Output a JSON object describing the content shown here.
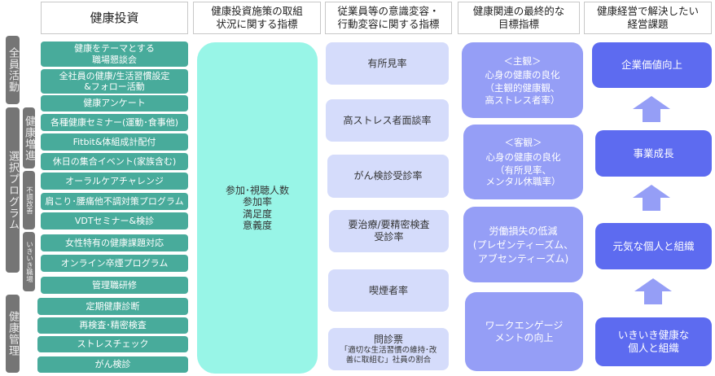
{
  "headers": {
    "investment": "健康投資",
    "initiative_metrics": "健康投資施策の取組\n状況に関する指標",
    "behavior_metrics": "従業員等の意識変容・\n行動変容に関する指標",
    "final_metrics": "健康関連の最終的な\n目標指標",
    "management_issues": "健康経営で解決したい\n経営課題"
  },
  "group_labels": {
    "all_staff": "全員活動",
    "elective_program": "選択プログラム",
    "health_promotion": "健康増進",
    "disorder_improvement": "不調改善",
    "lively_workplace": "いきいき職場",
    "health_management": "健康管理"
  },
  "investment_items": [
    "健康をテーマとする\n職場懇談会",
    "全社員の健康/生活習慣設定\n&フォロー活動",
    "健康アンケート",
    "各種健康セミナー(運動･食事他)",
    "Fitbit&体組成計配付",
    "休日の集合イベント(家族含む)",
    "オーラルケアチャレンジ",
    "肩こり･腰痛他不調対策プログラム",
    "VDTセミナー&検診",
    "女性特有の健康課題対応",
    "オンライン卒煙プログラム",
    "管理職研修",
    "定期健康診断",
    "再検査･精密検査",
    "ストレスチェック",
    "がん検診"
  ],
  "initiative_metrics_box": "参加･視聴人数\n参加率\n満足度\n意義度",
  "behavior_metrics_items": [
    {
      "main": "有所見率"
    },
    {
      "main": "高ストレス者面談率"
    },
    {
      "main": "がん検診受診率"
    },
    {
      "main": "要治療/要精密検査\n受診率"
    },
    {
      "main": "喫煙者率"
    },
    {
      "main": "問診票",
      "sub": "「適切な生活習慣の維持･改\n善に取組む」社員の割合"
    }
  ],
  "final_metrics_items": [
    {
      "tag": "＜主観＞",
      "title": "心身の健康の良化",
      "detail": "（主観的健康観、\n高ストレス者率）"
    },
    {
      "tag": "＜客観＞",
      "title": "心身の健康の良化",
      "detail": "（有所見率、\nメンタル休職率）"
    },
    {
      "title": "労働損失の低減",
      "detail": "(プレゼンティーズム、\nアブセンティーズム)"
    },
    {
      "title": "ワークエンゲージ\nメントの向上"
    }
  ],
  "management_issues_items": [
    "企業価値向上",
    "事業成長",
    "元気な個人と組織",
    "いきいき健康な\n個人と組織"
  ],
  "colors": {
    "group_label_bg": "#757575",
    "investment_item_bg": "#48ab9b",
    "initiative_box_bg": "#98f5e7",
    "behavior_box_bg": "#d5dcfb",
    "final_box_bg": "#959ef6",
    "issue_box_bg": "#5d6bf0",
    "arrow": "#959ef6"
  }
}
